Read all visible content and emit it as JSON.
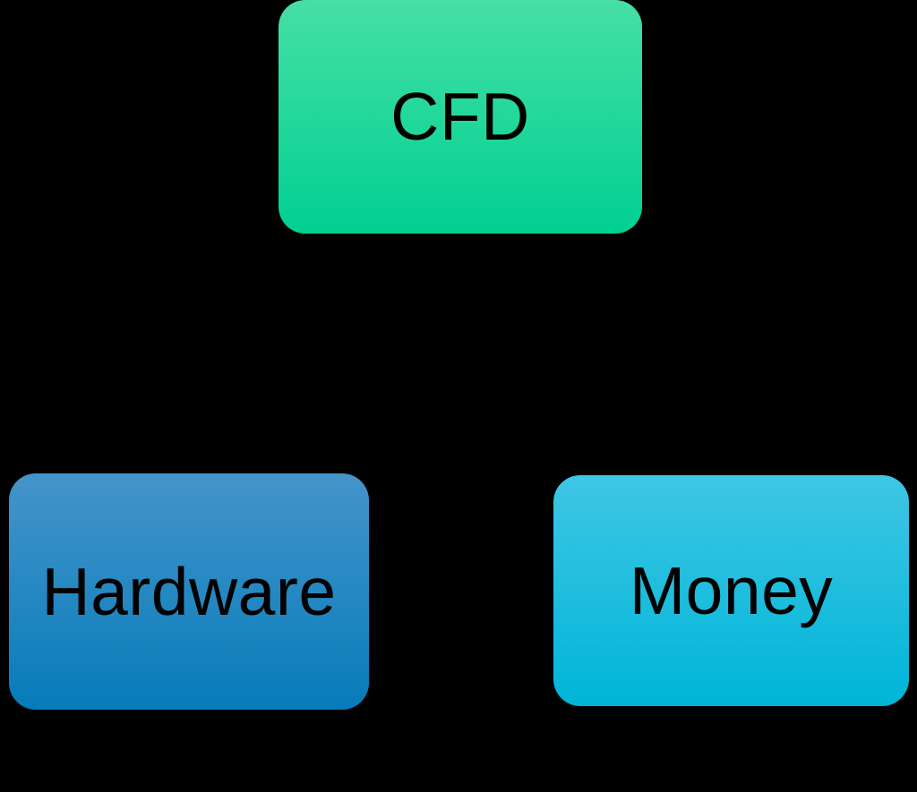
{
  "canvas": {
    "background_color": "#000000"
  },
  "diagram": {
    "type": "flowchart-nodes",
    "nodes": [
      {
        "id": "cfd",
        "label": "CFD",
        "gradient_top": "#46DFA5",
        "gradient_bottom": "#00D092",
        "text_color": "#000000"
      },
      {
        "id": "hardware",
        "label": "Hardware",
        "gradient_top": "#4594CA",
        "gradient_bottom": "#067CBA",
        "text_color": "#000000"
      },
      {
        "id": "money",
        "label": "Money",
        "gradient_top": "#3FC6E4",
        "gradient_bottom": "#00B5D8",
        "text_color": "#000000"
      }
    ]
  }
}
